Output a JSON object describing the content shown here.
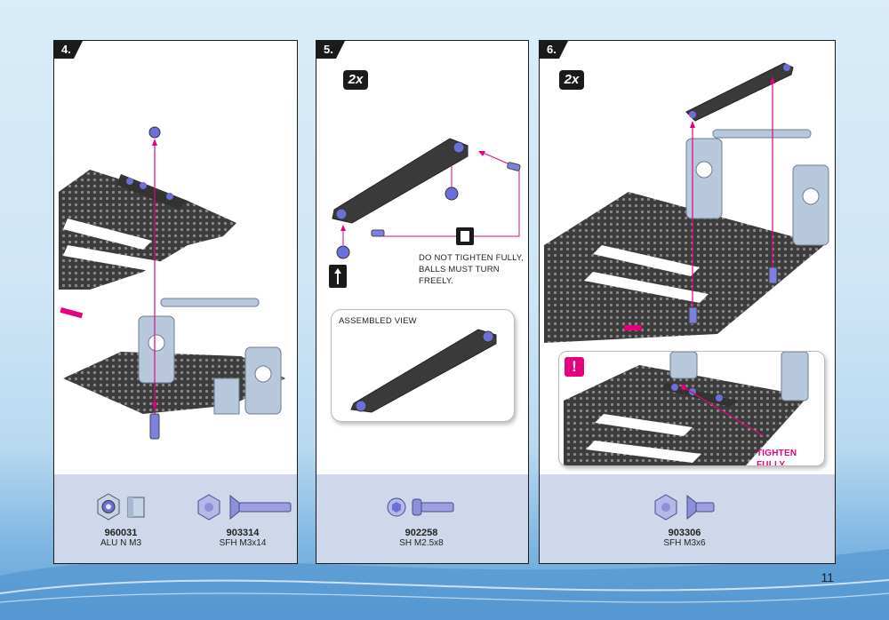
{
  "page": {
    "number": "11"
  },
  "steps": [
    {
      "id": "4",
      "label": "4.",
      "parts": [
        {
          "code": "960031",
          "desc": "ALU N M3",
          "icon": "nut-icon"
        },
        {
          "code": "903314",
          "desc": "SFH M3x14",
          "icon": "flat-head-screw-icon"
        }
      ]
    },
    {
      "id": "5",
      "label": "5.",
      "quantity": "2x",
      "note_line1": "DO  NOT  TIGHTEN  FULLY,",
      "note_line2": "BALLS MUST TURN FREELY.",
      "assembled_label": "ASSEMBLED VIEW",
      "parts": [
        {
          "code": "902258",
          "desc": "SH M2.5x8",
          "icon": "socket-head-screw-icon"
        }
      ]
    },
    {
      "id": "6",
      "label": "6.",
      "quantity": "2x",
      "warning": "!",
      "callout_text": "TIGHTEN FULLY",
      "parts": [
        {
          "code": "903306",
          "desc": "SFH M3x6",
          "icon": "flat-head-screw-icon"
        }
      ]
    }
  ],
  "colors": {
    "accent": "#e6007e",
    "carbon": "#3a3a3a",
    "aluminium": "#b8c8dc",
    "hardware": "#6b6fd8",
    "band": "#cfd7ea"
  }
}
